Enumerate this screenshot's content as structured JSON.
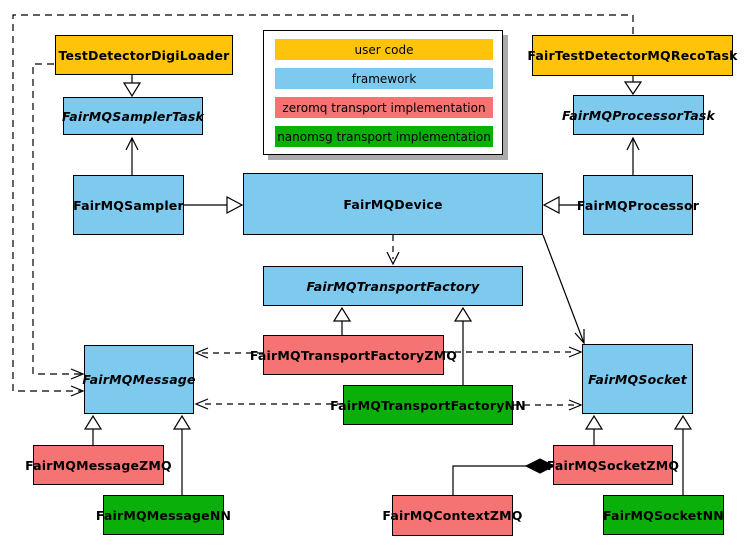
{
  "colors": {
    "user_code": "#FFC30B",
    "framework": "#7EC9EE",
    "zeromq": "#F57373",
    "nanomsg": "#0AAF0A",
    "line": "#000000"
  },
  "legend": {
    "items": [
      {
        "label": "user code",
        "color": "#FFC30B"
      },
      {
        "label": "framework",
        "color": "#7EC9EE"
      },
      {
        "label": "zeromq transport implementation",
        "color": "#F57373"
      },
      {
        "label": "nanomsg transport implementation",
        "color": "#0AAF0A"
      }
    ]
  },
  "nodes": {
    "digi_loader": {
      "label": "TestDetectorDigiLoader",
      "category": "user_code",
      "abstract": false
    },
    "sampler_task": {
      "label": "FairMQSamplerTask",
      "category": "framework",
      "abstract": true
    },
    "sampler": {
      "label": "FairMQSampler",
      "category": "framework",
      "abstract": false
    },
    "device": {
      "label": "FairMQDevice",
      "category": "framework",
      "abstract": false
    },
    "reco_task": {
      "label": "FairTestDetectorMQRecoTask",
      "category": "user_code",
      "abstract": false
    },
    "processor_task": {
      "label": "FairMQProcessorTask",
      "category": "framework",
      "abstract": true
    },
    "processor": {
      "label": "FairMQProcessor",
      "category": "framework",
      "abstract": false
    },
    "transport_factory": {
      "label": "FairMQTransportFactory",
      "category": "framework",
      "abstract": true
    },
    "transport_factory_zmq": {
      "label": "FairMQTransportFactoryZMQ",
      "category": "zeromq",
      "abstract": false
    },
    "transport_factory_nn": {
      "label": "FairMQTransportFactoryNN",
      "category": "nanomsg",
      "abstract": false
    },
    "message": {
      "label": "FairMQMessage",
      "category": "framework",
      "abstract": true
    },
    "message_zmq": {
      "label": "FairMQMessageZMQ",
      "category": "zeromq",
      "abstract": false
    },
    "message_nn": {
      "label": "FairMQMessageNN",
      "category": "nanomsg",
      "abstract": false
    },
    "socket": {
      "label": "FairMQSocket",
      "category": "framework",
      "abstract": true
    },
    "socket_zmq": {
      "label": "FairMQSocketZMQ",
      "category": "zeromq",
      "abstract": false
    },
    "socket_nn": {
      "label": "FairMQSocketNN",
      "category": "nanomsg",
      "abstract": false
    },
    "context_zmq": {
      "label": "FairMQContextZMQ",
      "category": "zeromq",
      "abstract": false
    }
  },
  "edges": [
    {
      "from": "TestDetectorDigiLoader",
      "to": "FairMQSamplerTask",
      "type": "inheritance"
    },
    {
      "from": "FairTestDetectorMQRecoTask",
      "to": "FairMQProcessorTask",
      "type": "inheritance"
    },
    {
      "from": "FairMQSampler",
      "to": "FairMQSamplerTask",
      "type": "association"
    },
    {
      "from": "FairMQProcessor",
      "to": "FairMQProcessorTask",
      "type": "association"
    },
    {
      "from": "FairMQSampler",
      "to": "FairMQDevice",
      "type": "inheritance"
    },
    {
      "from": "FairMQProcessor",
      "to": "FairMQDevice",
      "type": "inheritance"
    },
    {
      "from": "FairMQDevice",
      "to": "FairMQTransportFactory",
      "type": "dependency"
    },
    {
      "from": "FairMQDevice",
      "to": "FairMQSocket",
      "type": "association"
    },
    {
      "from": "FairMQTransportFactoryZMQ",
      "to": "FairMQTransportFactory",
      "type": "inheritance"
    },
    {
      "from": "FairMQTransportFactoryNN",
      "to": "FairMQTransportFactory",
      "type": "inheritance"
    },
    {
      "from": "FairMQTransportFactoryZMQ",
      "to": "FairMQMessage",
      "type": "dependency"
    },
    {
      "from": "FairMQTransportFactoryZMQ",
      "to": "FairMQSocket",
      "type": "dependency"
    },
    {
      "from": "FairMQTransportFactoryNN",
      "to": "FairMQMessage",
      "type": "dependency"
    },
    {
      "from": "FairMQTransportFactoryNN",
      "to": "FairMQSocket",
      "type": "dependency"
    },
    {
      "from": "FairMQMessageZMQ",
      "to": "FairMQMessage",
      "type": "inheritance"
    },
    {
      "from": "FairMQMessageNN",
      "to": "FairMQMessage",
      "type": "inheritance"
    },
    {
      "from": "FairMQSocketZMQ",
      "to": "FairMQSocket",
      "type": "inheritance"
    },
    {
      "from": "FairMQSocketNN",
      "to": "FairMQSocket",
      "type": "inheritance"
    },
    {
      "from": "FairMQContextZMQ",
      "to": "FairMQSocketZMQ",
      "type": "composition"
    },
    {
      "from": "TestDetectorDigiLoader",
      "to": "FairMQMessage",
      "type": "dependency"
    },
    {
      "from": "FairTestDetectorMQRecoTask",
      "to": "FairMQMessage",
      "type": "dependency"
    }
  ]
}
